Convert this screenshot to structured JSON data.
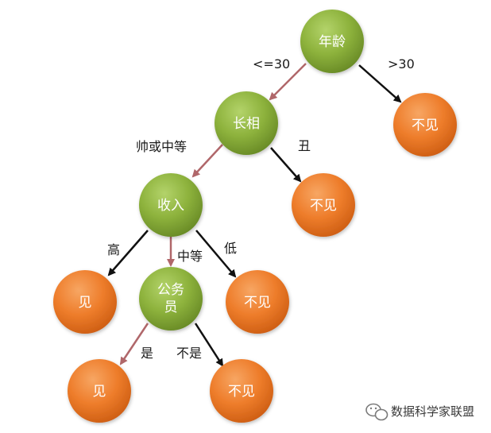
{
  "tree": {
    "root": {
      "label": "年龄"
    },
    "looks": {
      "label": "长相"
    },
    "income": {
      "label": "收入"
    },
    "civil_servant": {
      "label_line1": "公务",
      "label_line2": "员"
    },
    "leaf_age_gt30": {
      "label": "不见"
    },
    "leaf_ugly": {
      "label": "不见"
    },
    "leaf_income_high": {
      "label": "见"
    },
    "leaf_income_low": {
      "label": "不见"
    },
    "leaf_cs_yes": {
      "label": "见"
    },
    "leaf_cs_no": {
      "label": "不见"
    }
  },
  "edges": {
    "age_le30": "<=30",
    "age_gt30": ">30",
    "looks_good": "帅或中等",
    "looks_ugly": "丑",
    "income_high": "高",
    "income_mid": "中等",
    "income_low": "低",
    "cs_yes": "是",
    "cs_no": "不是"
  },
  "watermark": {
    "text": "数据科学家联盟",
    "icon": "wechat-icon"
  },
  "colors": {
    "decision_node": "#8db23c",
    "leaf_node": "#ee7d2b",
    "selected_path": "#b0676a",
    "other_path": "#111111"
  }
}
